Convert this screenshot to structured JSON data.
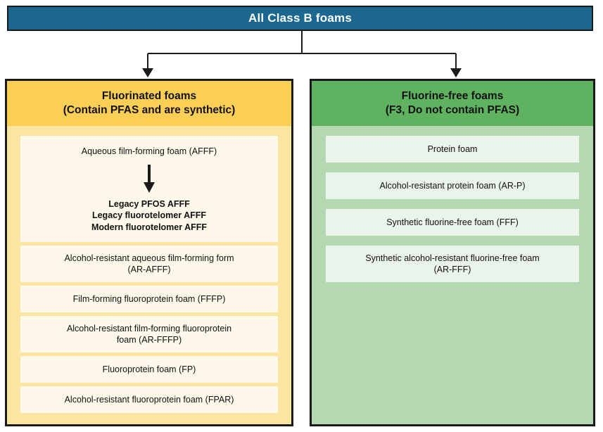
{
  "diagram": {
    "root": {
      "label": "All Class B foams"
    },
    "columns": [
      {
        "id": "fluorinated",
        "header_line1": "Fluorinated foams",
        "header_line2": "(Contain PFAS and are synthetic)",
        "header_color": "#FBCE55",
        "body_color": "#FCE5A0",
        "item_color": "#FDF8EA",
        "items": [
          {
            "type": "compound",
            "top": "Aqueous film-forming foam (AFFF)",
            "arrow": "down-arrow-icon",
            "sub_items": [
              "Legacy PFOS AFFF",
              "Legacy fluorotelomer AFFF",
              "Modern fluorotelomer AFFF"
            ]
          },
          {
            "type": "simple",
            "lines": [
              "Alcohol-resistant aqueous film-forming form",
              "(AR-AFFF)"
            ]
          },
          {
            "type": "simple",
            "lines": [
              "Film-forming fluoroprotein foam (FFFP)"
            ]
          },
          {
            "type": "simple",
            "lines": [
              "Alcohol-resistant film-forming fluoroprotein",
              "foam (AR-FFFP)"
            ]
          },
          {
            "type": "simple",
            "lines": [
              "Fluoroprotein foam (FP)"
            ]
          },
          {
            "type": "simple",
            "lines": [
              "Alcohol-resistant fluoroprotein foam (FPAR)"
            ]
          }
        ]
      },
      {
        "id": "fluorine-free",
        "header_line1": "Fluorine-free foams",
        "header_line2": "(F3, Do not contain PFAS)",
        "header_color": "#5FB360",
        "body_color": "#B4D9B0",
        "item_color": "#EAF4EA",
        "items": [
          {
            "type": "simple",
            "lines": [
              "Protein foam"
            ]
          },
          {
            "type": "simple",
            "lines": [
              "Alcohol-resistant protein foam (AR-P)"
            ]
          },
          {
            "type": "simple",
            "lines": [
              "Synthetic fluorine-free foam (FFF)"
            ]
          },
          {
            "type": "simple",
            "lines": [
              "Synthetic alcohol-resistant fluorine-free foam",
              "(AR-FFF)"
            ]
          }
        ]
      }
    ],
    "colors": {
      "root_fill": "#1C678F",
      "root_text": "#FFFFFF",
      "border": "#1A1A1A",
      "connector": "#1A1A1A",
      "background": "#FFFFFF"
    }
  }
}
